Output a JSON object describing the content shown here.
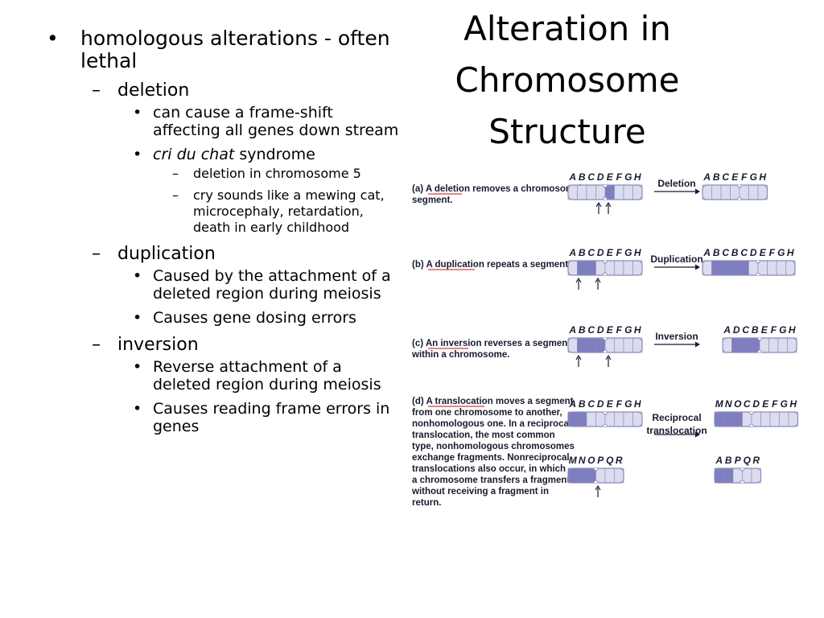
{
  "slide": {
    "title": "Alteration in Chromosome Structure",
    "bullets": {
      "homologous": "homologous alterations - often lethal",
      "deletion": {
        "heading": "deletion",
        "frameshift": "can cause a frame-shift affecting all genes down stream",
        "cri_du_chat_italic": "cri du chat",
        "cri_du_chat_rest": " syndrome",
        "cri_deletion": "deletion in chromosome 5",
        "cri_symptoms": "cry sounds like a mewing cat, microcephaly, retardation, death in early childhood"
      },
      "duplication": {
        "heading": "duplication",
        "cause": "Caused by the attachment of a deleted region during meiosis",
        "effect": "Causes  gene dosing errors"
      },
      "inversion": {
        "heading": "inversion",
        "cause": "Reverse attachment of a deleted region during meiosis",
        "effect": "Causes reading frame errors in genes"
      }
    },
    "markers": {
      "level1": "•",
      "level2": "–",
      "level3": "•",
      "level4": "–"
    }
  },
  "figure": {
    "colors": {
      "band_light": "#dcdcf0",
      "band_dark": "#7e7ec0",
      "outline": "#8a8ab8",
      "underline": "#d04040",
      "ink": "#1a1a2e"
    },
    "panels": {
      "a": {
        "caption_lines": [
          "(a) A deletion removes a chromosomal",
          "segment."
        ],
        "arrow_label": "Deletion",
        "before_letters": [
          "A",
          "B",
          "C",
          "D",
          "E",
          "F",
          "G",
          "H"
        ],
        "after_letters": [
          "A",
          "B",
          "C",
          "E",
          "F",
          "G",
          "H"
        ]
      },
      "b": {
        "caption_lines": [
          "(b) A duplication repeats a segment."
        ],
        "arrow_label": "Duplication",
        "before_letters": [
          "A",
          "B",
          "C",
          "D",
          "E",
          "F",
          "G",
          "H"
        ],
        "after_letters": [
          "A",
          "B",
          "C",
          "B",
          "C",
          "D",
          "E",
          "F",
          "G",
          "H"
        ]
      },
      "c": {
        "caption_lines": [
          "(c) An inversion reverses a segment",
          "within a chromosome."
        ],
        "arrow_label": "Inversion",
        "before_letters": [
          "A",
          "B",
          "C",
          "D",
          "E",
          "F",
          "G",
          "H"
        ],
        "after_letters": [
          "A",
          "D",
          "C",
          "B",
          "E",
          "F",
          "G",
          "H"
        ]
      },
      "d": {
        "caption_lines": [
          "(d) A translocation moves a segment",
          "from one chromosome to another,",
          "nonhomologous one. In a reciprocal",
          "translocation, the most common",
          "type, nonhomologous chromosomes",
          "exchange fragments. Nonreciprocal",
          "translocations also occur, in which",
          "a chromosome transfers a fragment",
          "without receiving a fragment in",
          "return."
        ],
        "arrow_label_lines": [
          "Reciprocal",
          "translocation"
        ],
        "before_top_letters": [
          "A",
          "B",
          "C",
          "D",
          "E",
          "F",
          "G",
          "H"
        ],
        "before_bottom_letters": [
          "M",
          "N",
          "O",
          "P",
          "Q",
          "R"
        ],
        "after_top_letters": [
          "M",
          "N",
          "O",
          "C",
          "D",
          "E",
          "F",
          "G",
          "H"
        ],
        "after_bottom_letters": [
          "A",
          "B",
          "P",
          "Q",
          "R"
        ]
      }
    }
  }
}
